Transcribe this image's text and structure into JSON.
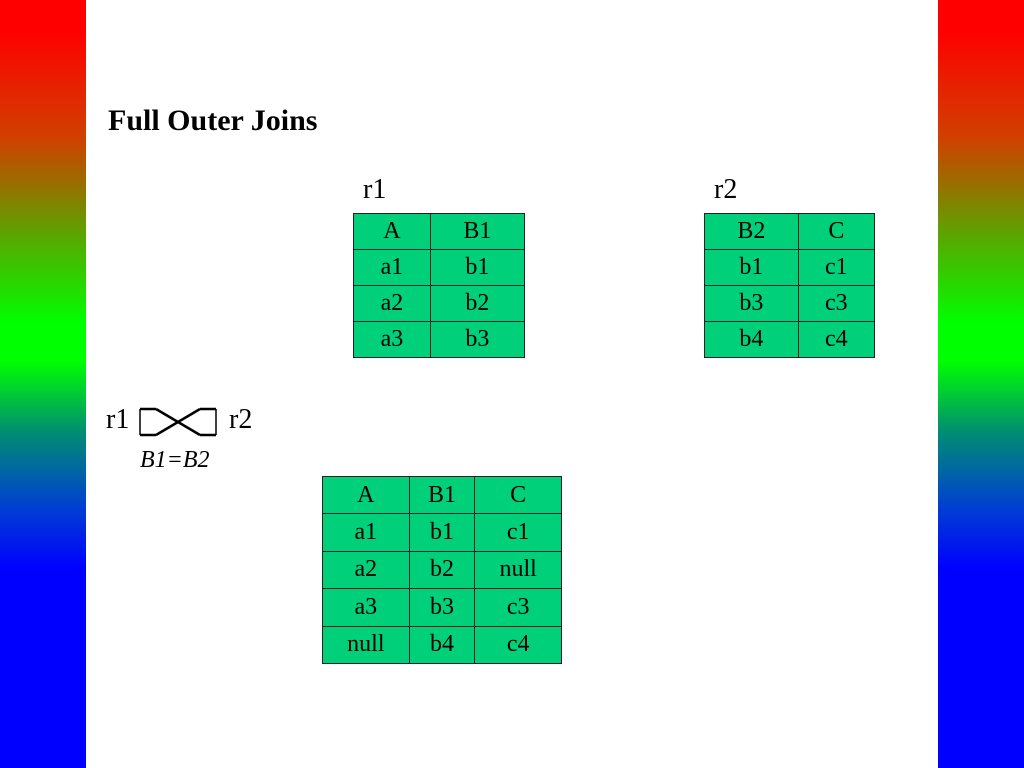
{
  "title": "Full Outer Joins",
  "r1": {
    "name": "r1",
    "headers": [
      "A",
      "B1"
    ],
    "rows": [
      [
        "a1",
        "b1"
      ],
      [
        "a2",
        "b2"
      ],
      [
        "a3",
        "b3"
      ]
    ]
  },
  "r2": {
    "name": "r2",
    "headers": [
      "B2",
      "C"
    ],
    "rows": [
      [
        "b1",
        "c1"
      ],
      [
        "b3",
        "c3"
      ],
      [
        "b4",
        "c4"
      ]
    ]
  },
  "join": {
    "left": "r1",
    "right": "r2",
    "symbol": "full-outer-join-icon",
    "condition": "B1=B2"
  },
  "result": {
    "headers": [
      "A",
      "B1",
      "C"
    ],
    "rows": [
      [
        "a1",
        "b1",
        "c1"
      ],
      [
        "a2",
        "b2",
        "null"
      ],
      [
        "a3",
        "b3",
        "c3"
      ],
      [
        "null",
        "b4",
        "c4"
      ]
    ]
  },
  "colors": {
    "table_fill": "#00d07a",
    "bar_gradient": [
      "#ff0000",
      "#00ff00",
      "#0000ff"
    ]
  }
}
